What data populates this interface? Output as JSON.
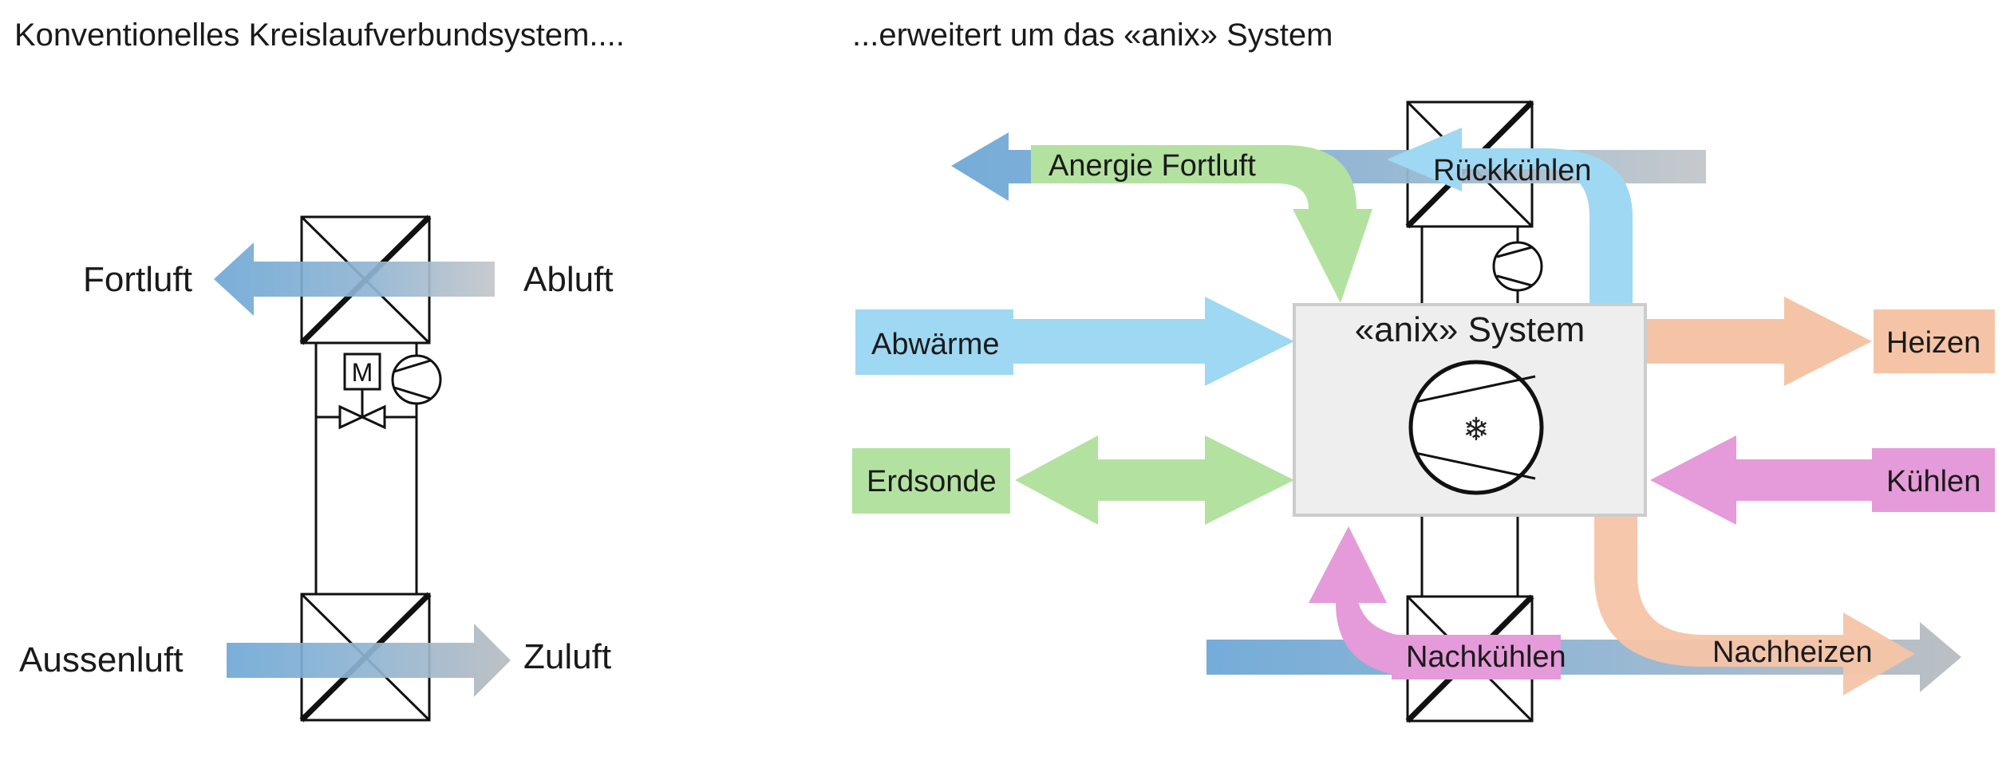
{
  "left": {
    "title": "Konventionelles Kreislaufverbundsystem....",
    "fortluft": "Fortluft",
    "abluft": "Abluft",
    "aussenluft": "Aussenluft",
    "zuluft": "Zuluft",
    "motor": "M"
  },
  "right": {
    "title": "...erweitert um das «anix» System",
    "anergie_fortluft": "Anergie Fortluft",
    "rueckkuehlen": "Rückkühlen",
    "abwaerme": "Abwärme",
    "erdsonde": "Erdsonde",
    "system": "«anix» System",
    "heizen": "Heizen",
    "kuehlen": "Kühlen",
    "nachkuehlen": "Nachkühlen",
    "nachheizen": "Nachheizen",
    "compressor_symbol": "❄"
  },
  "colors": {
    "blue_air": "#7eb0d8",
    "gray_air": "#b8bcc0",
    "light_blue": "#9ed8f2",
    "green": "#b3e2a0",
    "orange": "#f5c4a6",
    "pink": "#e59ad9",
    "system_fill": "#eeeeee",
    "system_border": "#cccccc"
  }
}
